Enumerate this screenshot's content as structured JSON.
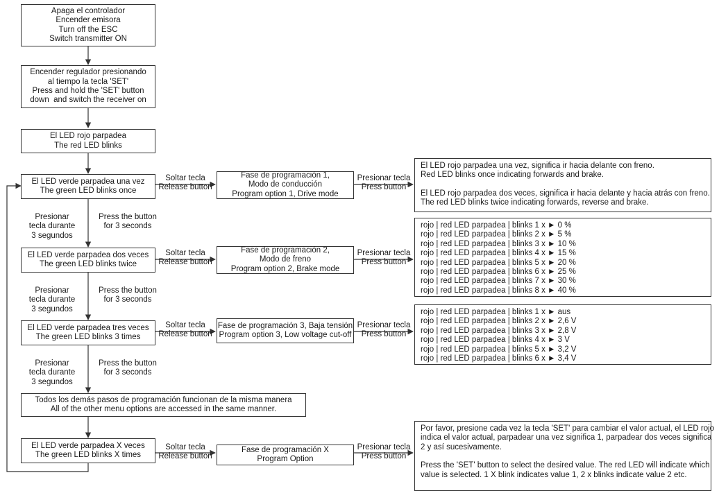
{
  "start": {
    "lines": [
      "Apaga el controlador",
      "Encender emisora",
      "Turn off the ESC",
      "Switch transmitter ON"
    ]
  },
  "hold_set": {
    "lines": [
      "Encender regulador presionando",
      "al tiempo la tecla 'SET'",
      "Press and hold the 'SET' button",
      "down  and switch the receiver on"
    ]
  },
  "red_led": {
    "lines": [
      "El LED rojo parpadea",
      "The red LED blinks"
    ]
  },
  "green_once": {
    "lines": [
      "El LED verde parpadea una vez",
      "The green LED blinks once"
    ]
  },
  "green_twice": {
    "lines": [
      "El LED verde parpadea dos veces",
      "The green LED blinks twice"
    ]
  },
  "green_three": {
    "lines": [
      "El LED verde parpadea tres veces",
      "The green LED blinks 3 times"
    ]
  },
  "all_others": {
    "lines": [
      "Todos los demás pasos de programación funcionan de la misma manera",
      "All of the other menu options are accessed in the same manner."
    ]
  },
  "green_x": {
    "lines": [
      "El LED verde parpadea X veces",
      "The green LED blinks X times"
    ]
  },
  "prog1": {
    "lines": [
      "Fase de programación 1,",
      "Modo de conducción",
      "Program option 1, Drive mode"
    ]
  },
  "prog2": {
    "lines": [
      "Fase de programación 2,",
      "Modo de freno",
      "Program option 2, Brake mode"
    ]
  },
  "prog3": {
    "lines": [
      "Fase de programación 3, Baja tensión",
      "Program option 3, Low voltage cut-off"
    ]
  },
  "progx": {
    "lines": [
      "Fase de programación X",
      "Program Option"
    ]
  },
  "release": {
    "lines": [
      "Soltar tecla",
      "Release button"
    ]
  },
  "press": {
    "lines": [
      "Presionar tecla",
      "Press button"
    ]
  },
  "hold3": {
    "es": [
      "Presionar",
      "tecla durante",
      "3 segundos"
    ],
    "en": [
      "Press the button",
      "for 3 seconds"
    ]
  },
  "result1": {
    "lines": [
      "El LED rojo parpadea una vez, significa ir hacia delante con freno.",
      "Red LED blinks once indicating forwards and brake.",
      "",
      "El LED rojo parpadea dos veces, significa ir hacia delante y hacia atrás con freno.",
      "The red LED blinks twice indicating forwards, reverse and brake."
    ]
  },
  "result2": {
    "lines": [
      "rojo | red LED parpadea | blinks 1 x ► 0 %",
      "rojo | red LED parpadea | blinks 2 x ► 5 %",
      "rojo | red LED parpadea | blinks 3 x ► 10 %",
      "rojo | red LED parpadea | blinks 4 x ► 15 %",
      "rojo | red LED parpadea | blinks 5 x ► 20 %",
      "rojo | red LED parpadea | blinks 6 x ► 25 %",
      "rojo | red LED parpadea | blinks 7 x ► 30 %",
      "rojo | red LED parpadea | blinks 8 x ► 40 %"
    ]
  },
  "result3": {
    "lines": [
      "rojo | red LED parpadea | blinks 1 x ► aus",
      "rojo | red LED parpadea | blinks 2 x ► 2,6 V",
      "rojo | red LED parpadea | blinks 3 x ► 2,8 V",
      "rojo | red LED parpadea | blinks 4 x ► 3 V",
      "rojo | red LED parpadea | blinks 5 x ► 3,2 V",
      "rojo | red LED parpadea | blinks 6 x ► 3,4 V"
    ]
  },
  "resultx": {
    "lines": [
      "Por favor, presione cada vez la tecla 'SET' para cambiar el valor actual, el LED rojo",
      "indica el valor actual, parpadear una vez significa 1, parpadear dos veces significa",
      "2 y así sucesivamente.",
      "",
      "Press the 'SET' button to select the desired value. The red LED will indicate which",
      "value is selected. 1 X blink indicates value 1, 2 x blinks indicate value 2 etc."
    ]
  }
}
